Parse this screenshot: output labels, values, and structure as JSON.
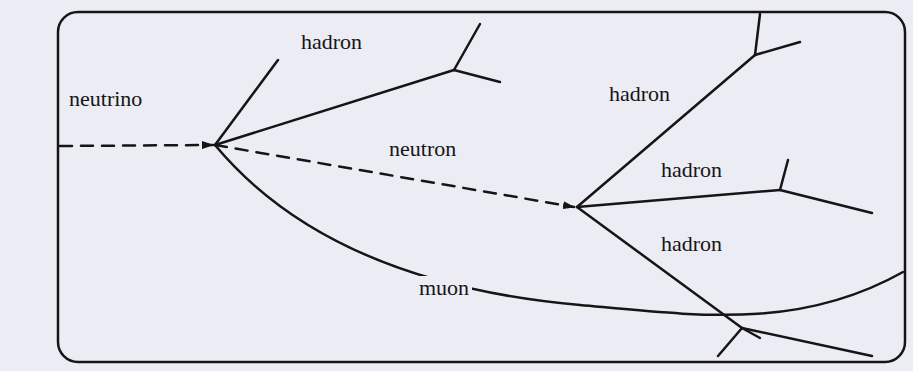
{
  "diagram": {
    "labels": [
      "hadron",
      "hadron",
      "neutrino",
      "neutron",
      "hadron",
      "hadron",
      "muon"
    ]
  }
}
